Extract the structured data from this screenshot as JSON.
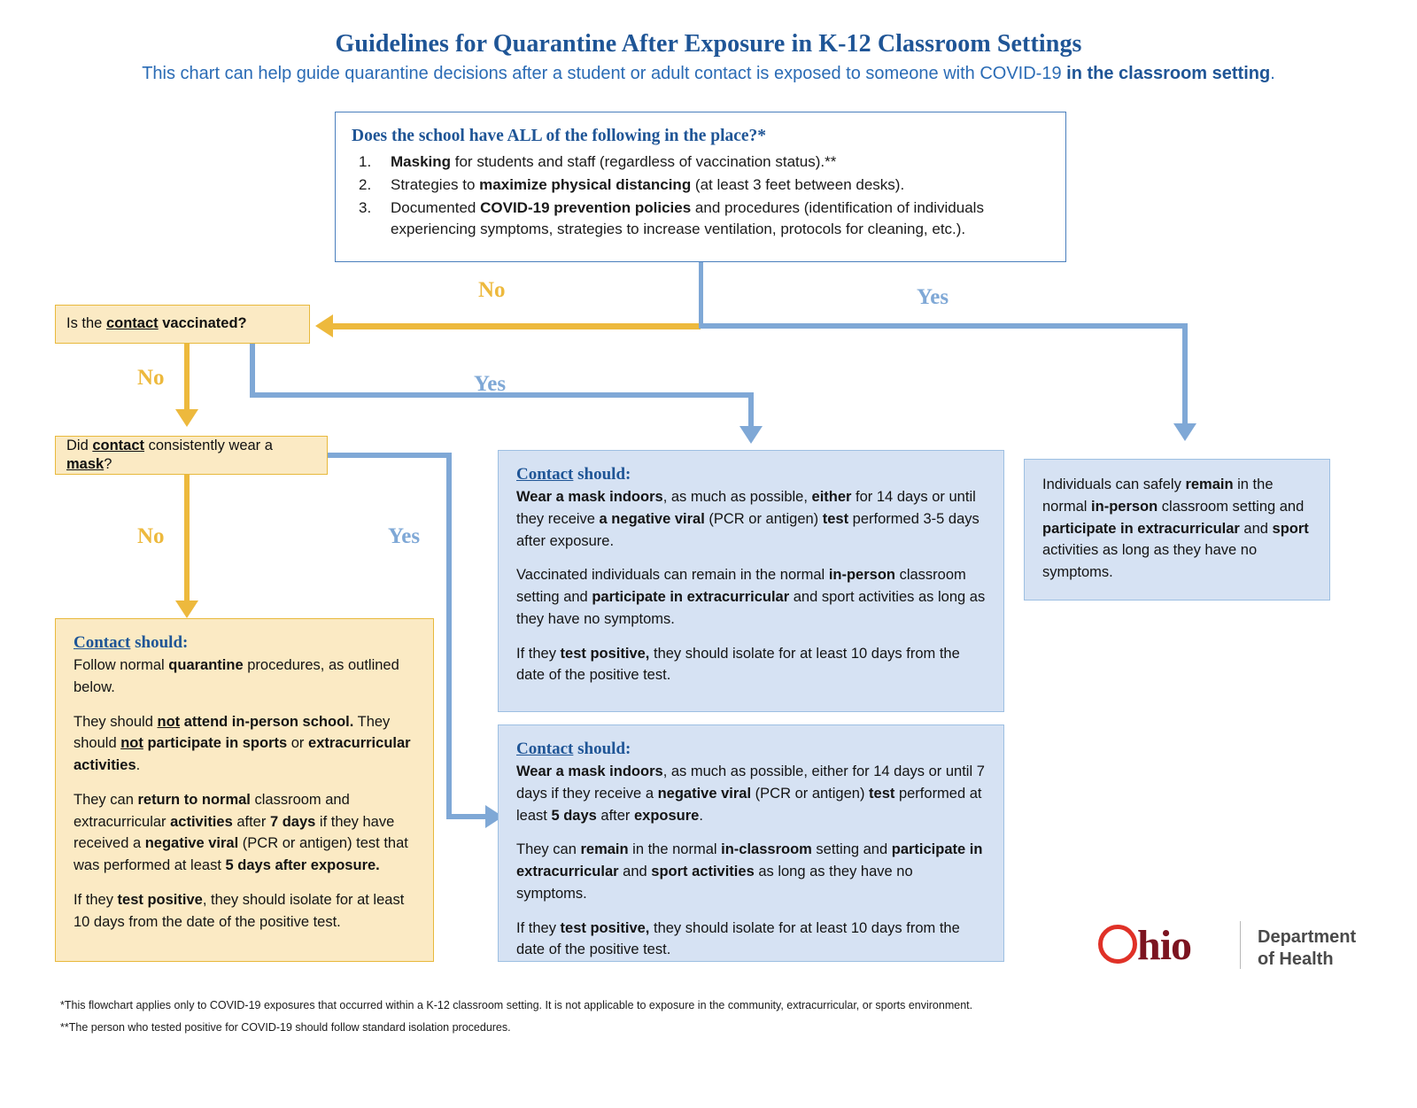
{
  "header": {
    "title": "Guidelines for Quarantine After Exposure in K-12 Classroom Settings",
    "subtitle_plain": "This chart can help guide quarantine decisions after a student or adult contact is exposed to someone with COVID-19 ",
    "subtitle_bold": "in the classroom setting",
    "subtitle_end": "."
  },
  "question_box": {
    "heading_pre": "Does the ",
    "heading_school": "school",
    "heading_mid": " have ",
    "heading_all": "ALL",
    "heading_post": " of the following in the place?*",
    "items": [
      {
        "num": "1.",
        "bold1": "Masking",
        "rest": " for students and staff (regardless of vaccination status).**"
      },
      {
        "num": "2.",
        "pre": "Strategies to ",
        "bold1": "maximize physical distancing",
        "rest": " (at least 3 feet between desks)."
      },
      {
        "num": "3.",
        "pre": "Documented ",
        "bold1": "COVID-19 prevention policies",
        "rest": " and procedures (identification of individuals experiencing symptoms, strategies to increase ventilation, protocols for cleaning, etc.)."
      }
    ]
  },
  "decisions": {
    "vaccinated": {
      "pre": "Is the ",
      "key": "contact",
      "post": " vaccinated?"
    },
    "mask": {
      "pre": "Did ",
      "key": "contact",
      "mid": " consistently wear a ",
      "key2": "mask",
      "post": "?"
    }
  },
  "labels": {
    "no_top": "No",
    "yes_top": "Yes",
    "no_vax": "No",
    "yes_vax": "Yes",
    "no_mask": "No",
    "yes_mask": "Yes"
  },
  "outcomes": {
    "quarantine": {
      "heading_key": "Contact",
      "heading_rest": " should:",
      "paras": [
        [
          {
            "t": "Follow normal ",
            "s": "n"
          },
          {
            "t": "quarantine",
            "s": "b"
          },
          {
            "t": " procedures, as outlined below.",
            "s": "n"
          }
        ],
        [
          {
            "t": "They should ",
            "s": "n"
          },
          {
            "t": "not",
            "s": "bu"
          },
          {
            "t": " attend in-person school.",
            "s": "b"
          },
          {
            "t": " They should ",
            "s": "n"
          },
          {
            "t": "not",
            "s": "bu"
          },
          {
            "t": " participate in sports",
            "s": "b"
          },
          {
            "t": " or ",
            "s": "n"
          },
          {
            "t": "extracurricular activities",
            "s": "b"
          },
          {
            "t": ".",
            "s": "n"
          }
        ],
        [
          {
            "t": "They can ",
            "s": "n"
          },
          {
            "t": "return to normal",
            "s": "b"
          },
          {
            "t": " classroom and extracurricular ",
            "s": "n"
          },
          {
            "t": "activities",
            "s": "b"
          },
          {
            "t": " after ",
            "s": "n"
          },
          {
            "t": "7 days",
            "s": "b"
          },
          {
            "t": " if they have received a ",
            "s": "n"
          },
          {
            "t": "negative viral",
            "s": "b"
          },
          {
            "t": " (PCR or antigen) test that was performed at least ",
            "s": "n"
          },
          {
            "t": "5 days after exposure.",
            "s": "b"
          }
        ],
        [
          {
            "t": "If they ",
            "s": "n"
          },
          {
            "t": "test positive",
            "s": "b"
          },
          {
            "t": ", they should isolate for at least 10 days from the date of the positive test.",
            "s": "n"
          }
        ]
      ]
    },
    "vaccinated_mask": {
      "heading_key": "Contact",
      "heading_rest": " should:",
      "paras": [
        [
          {
            "t": "Wear a mask indoors",
            "s": "b"
          },
          {
            "t": ", as much as possible, ",
            "s": "n"
          },
          {
            "t": "either",
            "s": "b"
          },
          {
            "t": " for 14 days or until they receive ",
            "s": "n"
          },
          {
            "t": "a negative viral",
            "s": "b"
          },
          {
            "t": " (PCR or antigen) ",
            "s": "n"
          },
          {
            "t": "test",
            "s": "b"
          },
          {
            "t": " performed 3-5 days after exposure.",
            "s": "n"
          }
        ],
        [
          {
            "t": "Vaccinated individuals can remain in the normal ",
            "s": "n"
          },
          {
            "t": "in-person",
            "s": "b"
          },
          {
            "t": " classroom setting and ",
            "s": "n"
          },
          {
            "t": "participate in extracurricular",
            "s": "b"
          },
          {
            "t": " and sport activities as long as they have no symptoms.",
            "s": "n"
          }
        ],
        [
          {
            "t": "If they ",
            "s": "n"
          },
          {
            "t": "test positive,",
            "s": "b"
          },
          {
            "t": " they should isolate for at least 10 days from the date of the positive test.",
            "s": "n"
          }
        ]
      ]
    },
    "masked_unvaccinated": {
      "heading_key": "Contact",
      "heading_rest": " should:",
      "paras": [
        [
          {
            "t": "Wear a mask indoors",
            "s": "b"
          },
          {
            "t": ", as much as possible, either for 14 days or until 7 days if they receive a ",
            "s": "n"
          },
          {
            "t": "negative viral",
            "s": "b"
          },
          {
            "t": " (PCR or antigen) ",
            "s": "n"
          },
          {
            "t": "test",
            "s": "b"
          },
          {
            "t": " performed at least ",
            "s": "n"
          },
          {
            "t": "5 days",
            "s": "b"
          },
          {
            "t": " after ",
            "s": "n"
          },
          {
            "t": "exposure",
            "s": "b"
          },
          {
            "t": ".",
            "s": "n"
          }
        ],
        [
          {
            "t": "They can ",
            "s": "n"
          },
          {
            "t": "remain",
            "s": "b"
          },
          {
            "t": " in the normal ",
            "s": "n"
          },
          {
            "t": "in-classroom",
            "s": "b"
          },
          {
            "t": " setting and ",
            "s": "n"
          },
          {
            "t": "participate in extracurricular",
            "s": "b"
          },
          {
            "t": " and ",
            "s": "n"
          },
          {
            "t": "sport activities",
            "s": "b"
          },
          {
            "t": " as long as they have no symptoms.",
            "s": "n"
          }
        ],
        [
          {
            "t": "If they ",
            "s": "n"
          },
          {
            "t": "test positive,",
            "s": "b"
          },
          {
            "t": " they should isolate for at least 10 days from the date of the positive test.",
            "s": "n"
          }
        ]
      ]
    },
    "school_compliant": {
      "paras": [
        [
          {
            "t": "Individuals can safely ",
            "s": "n"
          },
          {
            "t": "remain",
            "s": "b"
          },
          {
            "t": " in the normal ",
            "s": "n"
          },
          {
            "t": "in-person",
            "s": "b"
          },
          {
            "t": " classroom setting and ",
            "s": "n"
          },
          {
            "t": "participate in extracurricular",
            "s": "b"
          },
          {
            "t": " and ",
            "s": "n"
          },
          {
            "t": "sport",
            "s": "b"
          },
          {
            "t": " activities as long as they have no symptoms.",
            "s": "n"
          }
        ]
      ]
    }
  },
  "logo": {
    "o": "O",
    "hio": "hio",
    "dept_line1": "Department",
    "dept_line2": "of Health"
  },
  "footnotes": {
    "one": "*This flowchart applies only to COVID-19 exposures that occurred within a K-12 classroom setting. It is not applicable to exposure in the community, extracurricular, or sports environment.",
    "two": "**The person who tested positive for COVID-19 should follow standard isolation procedures."
  },
  "colors": {
    "heading_blue": "#1f5596",
    "connector_blue": "#7fa8d6",
    "connector_gold": "#edb93d",
    "yellow_fill": "#fbeac4",
    "blue_fill": "#d6e2f3",
    "ohio_red": "#e03127",
    "ohio_maroon": "#7c1420"
  }
}
